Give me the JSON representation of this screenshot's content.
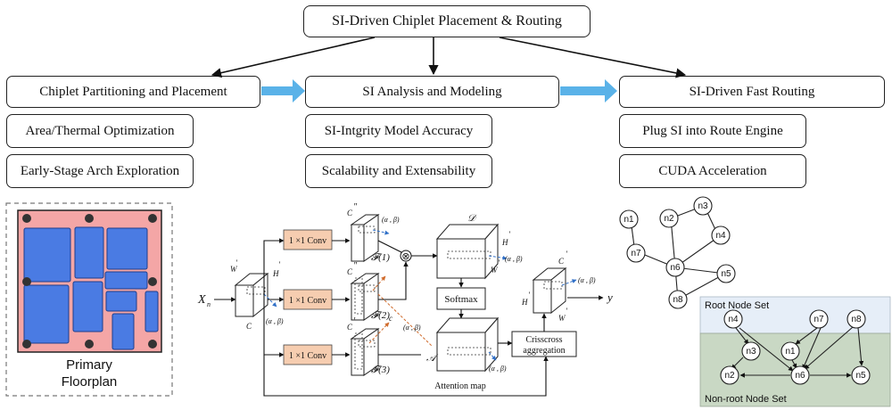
{
  "title": "SI-Driven Chiplet Placement & Routing",
  "columns": [
    {
      "header": "Chiplet Partitioning and Placement",
      "items": [
        "Area/Thermal Optimization",
        "Early-Stage Arch Exploration"
      ]
    },
    {
      "header": "SI Analysis and Modeling",
      "items": [
        "SI-Intgrity Model Accuracy",
        "Scalability and Extensability"
      ]
    },
    {
      "header": "SI-Driven Fast Routing",
      "items": [
        "Plug SI into Route Engine",
        "CUDA Acceleration"
      ]
    }
  ],
  "floorplan": {
    "label_line1": "Primary",
    "label_line2": "Floorplan"
  },
  "network": {
    "conv_label": "1 ×1 Conv",
    "softmax": "Softmax",
    "crisscross_line1": "Crisscross",
    "crisscross_line2": "aggregation",
    "attention_map": "Attention map",
    "input_x": "X",
    "input_sub": "n",
    "output_y": "y",
    "w_prime": "W",
    "h_prime": "H",
    "c_label": "C",
    "alpha_beta": "(α , β)",
    "f1": "𝓕(1)",
    "f2": "𝓕(2)",
    "f3": "𝓕(3)",
    "D": "𝒟",
    "A": "𝒜",
    "c_small": "c",
    "prime": "′",
    "dprime": "″",
    "otimes": "⊗"
  },
  "graph": {
    "nodes": [
      "n1",
      "n2",
      "n3",
      "n4",
      "n5",
      "n6",
      "n7",
      "n8"
    ],
    "root_set_label": "Root Node Set",
    "nonroot_set_label": "Non-root Node Set"
  },
  "colors": {
    "floorplan_bg": "#f4a6a6",
    "block_blue": "#4a7be3",
    "conv_fill": "#f6cdb0",
    "arrow_blue": "#5ab2e8",
    "root_bg": "#e6eef8",
    "nonroot_bg": "#c9d8c4"
  }
}
